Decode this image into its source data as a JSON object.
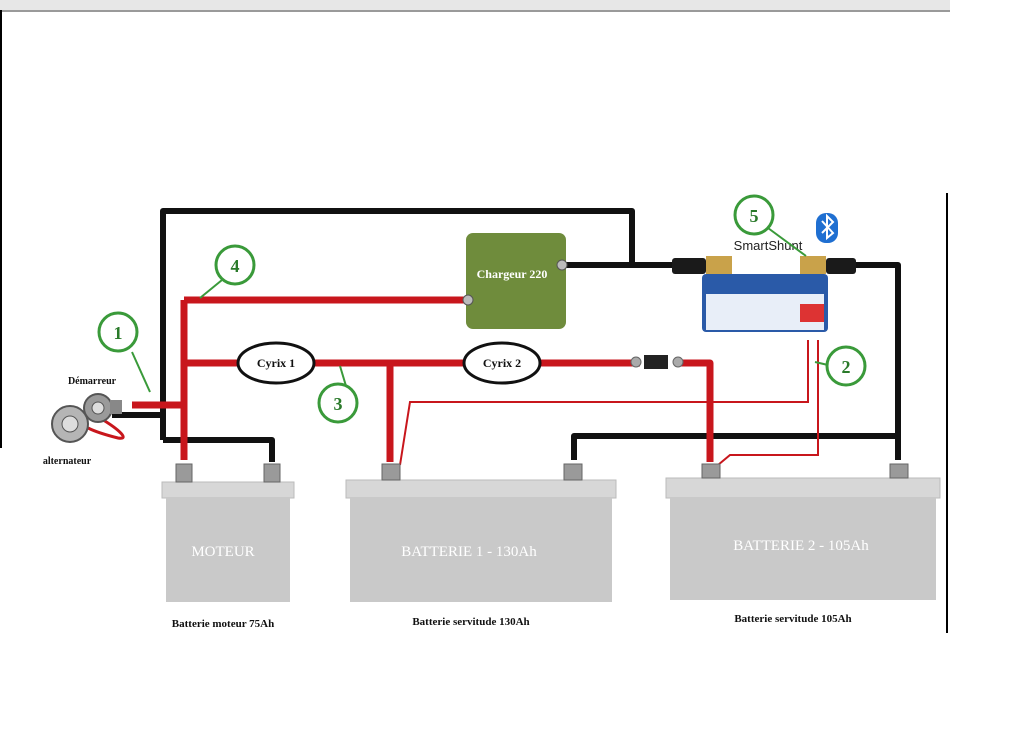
{
  "starter_label": "Démarreur",
  "alternator_label": "alternateur",
  "charger_label": "Chargeur 220",
  "smartshunt_label": "SmartShunt",
  "cyrix1_label": "Cyrix 1",
  "cyrix2_label": "Cyrix 2",
  "battery_engine_label": "MOTEUR",
  "battery1_label": "BATTERIE  1 - 130Ah",
  "battery2_label": "BATTERIE 2 - 105Ah",
  "caption_engine": "Batterie moteur 75Ah",
  "caption_service1": "Batterie servitude 130Ah",
  "caption_service2": "Batterie servitude 105Ah",
  "markers": [
    "1",
    "2",
    "3",
    "4",
    "5"
  ],
  "icons": [
    "bluetooth-icon",
    "starter-motor-icon",
    "alternator-icon"
  ],
  "colors": {
    "positive_cable": "#c8161c",
    "negative_cable": "#111111",
    "marker_ring": "#3a9a3a",
    "charger": "#6f8c3c",
    "battery": "#c9c9c9",
    "shunt": "#2a5aa8"
  }
}
